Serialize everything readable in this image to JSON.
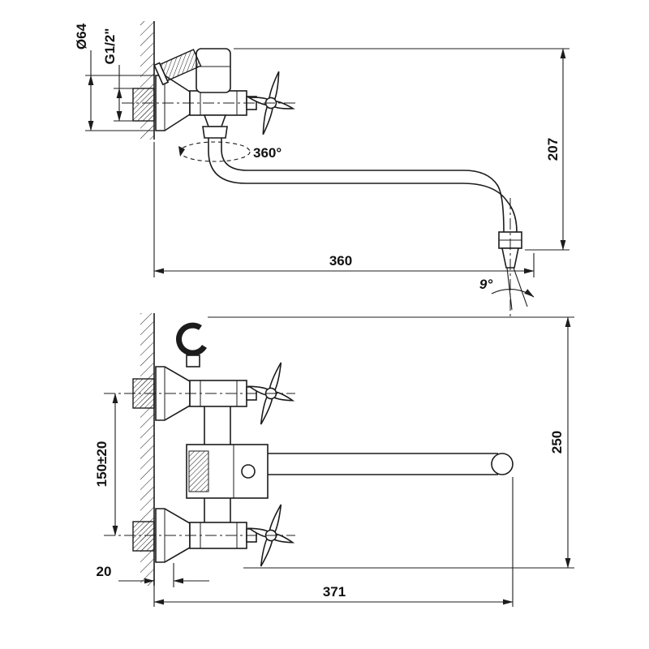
{
  "page": {
    "background": "#ffffff",
    "line_color": "#1c1c1c",
    "subject": "Wall-mounted two-handle mixer faucet technical drawing, two projection views with dimensions"
  },
  "views": {
    "top": {
      "name": "side-view",
      "labels": {
        "flange_diameter": "Ø64",
        "thread_size": "G1/2\"",
        "swivel_angle": "360°",
        "spout_height": "207",
        "spout_reach": "360",
        "stream_angle": "9°"
      }
    },
    "bottom": {
      "name": "front-view",
      "labels": {
        "inlet_spacing": "150±20",
        "overall_height": "250",
        "wall_offset": "20",
        "spout_reach": "371"
      }
    }
  }
}
